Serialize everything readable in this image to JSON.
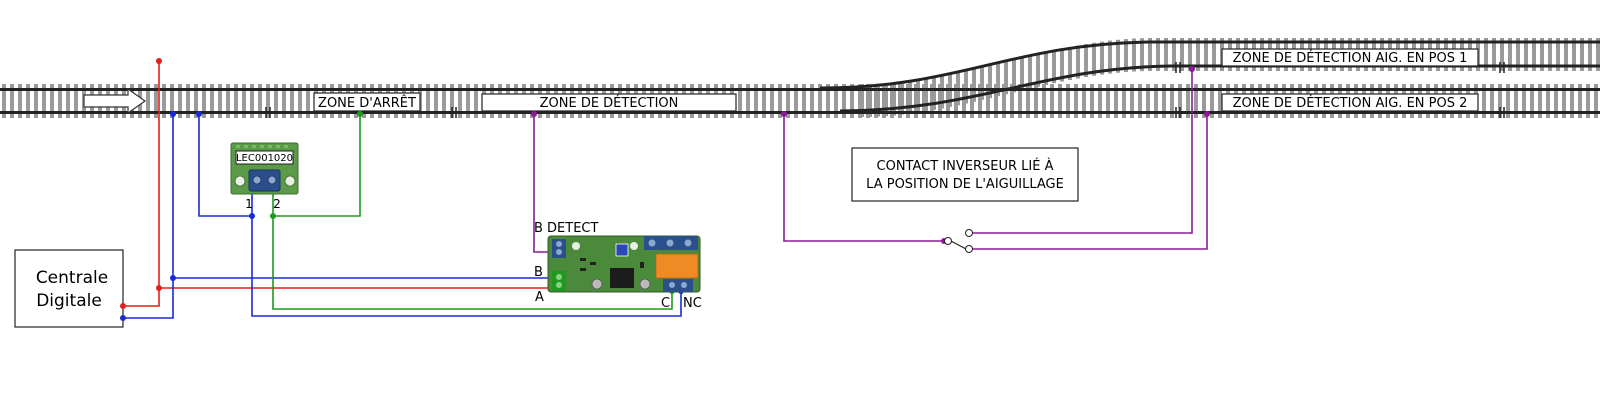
{
  "labels": {
    "zone_arret": "ZONE D'ARRÊT",
    "zone_detection": "ZONE DE DÉTECTION",
    "zone_pos1": "ZONE DE DÉTECTION AIG. EN POS 1",
    "zone_pos2": "ZONE DE DÉTECTION AIG. EN POS 2",
    "contact_line1": "CONTACT INVERSEUR LIÉ À",
    "contact_line2": "LA POSITION DE L'AIGUILLAGE",
    "centrale_line1": "Centrale",
    "centrale_line2": "Digitale",
    "small_module": "LEC001020",
    "terminal_1": "1",
    "terminal_2": "2",
    "b_detect": "B DETECT",
    "pin_b": "B",
    "pin_a": "A",
    "pin_c": "C",
    "pin_nc": "NC"
  },
  "colors": {
    "red": "#e0201c",
    "blue": "#1a2bd6",
    "green": "#1e9a1e",
    "purple": "#8a1a96",
    "rail": "#222222",
    "sleeper": "#9a9a9a",
    "pcb": "#4a8a3a",
    "terminal": "#2a4f8a",
    "relay": "#f08a24"
  },
  "icons": {
    "direction": "direction-arrow-icon",
    "switch": "changeover-switch-icon"
  }
}
